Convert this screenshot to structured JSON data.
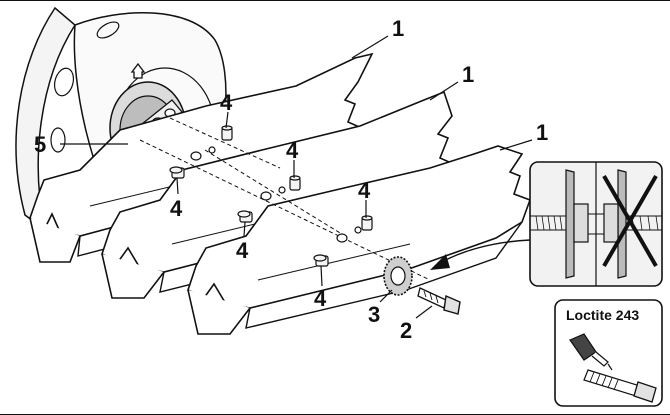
{
  "callouts": {
    "blade_a": "1",
    "blade_b": "1",
    "blade_c": "1",
    "bolt": "2",
    "washer": "3",
    "pin_1": "4",
    "pin_2": "4",
    "pin_3": "4",
    "pin_4": "4",
    "pin_5": "4",
    "pin_6": "4",
    "hub": "5"
  },
  "loctite_label": "Loctite 243",
  "colors": {
    "line": "#111111",
    "paper": "#ffffff",
    "shade": "#e6e6e6",
    "inset_bg": "#f2f2f2"
  }
}
